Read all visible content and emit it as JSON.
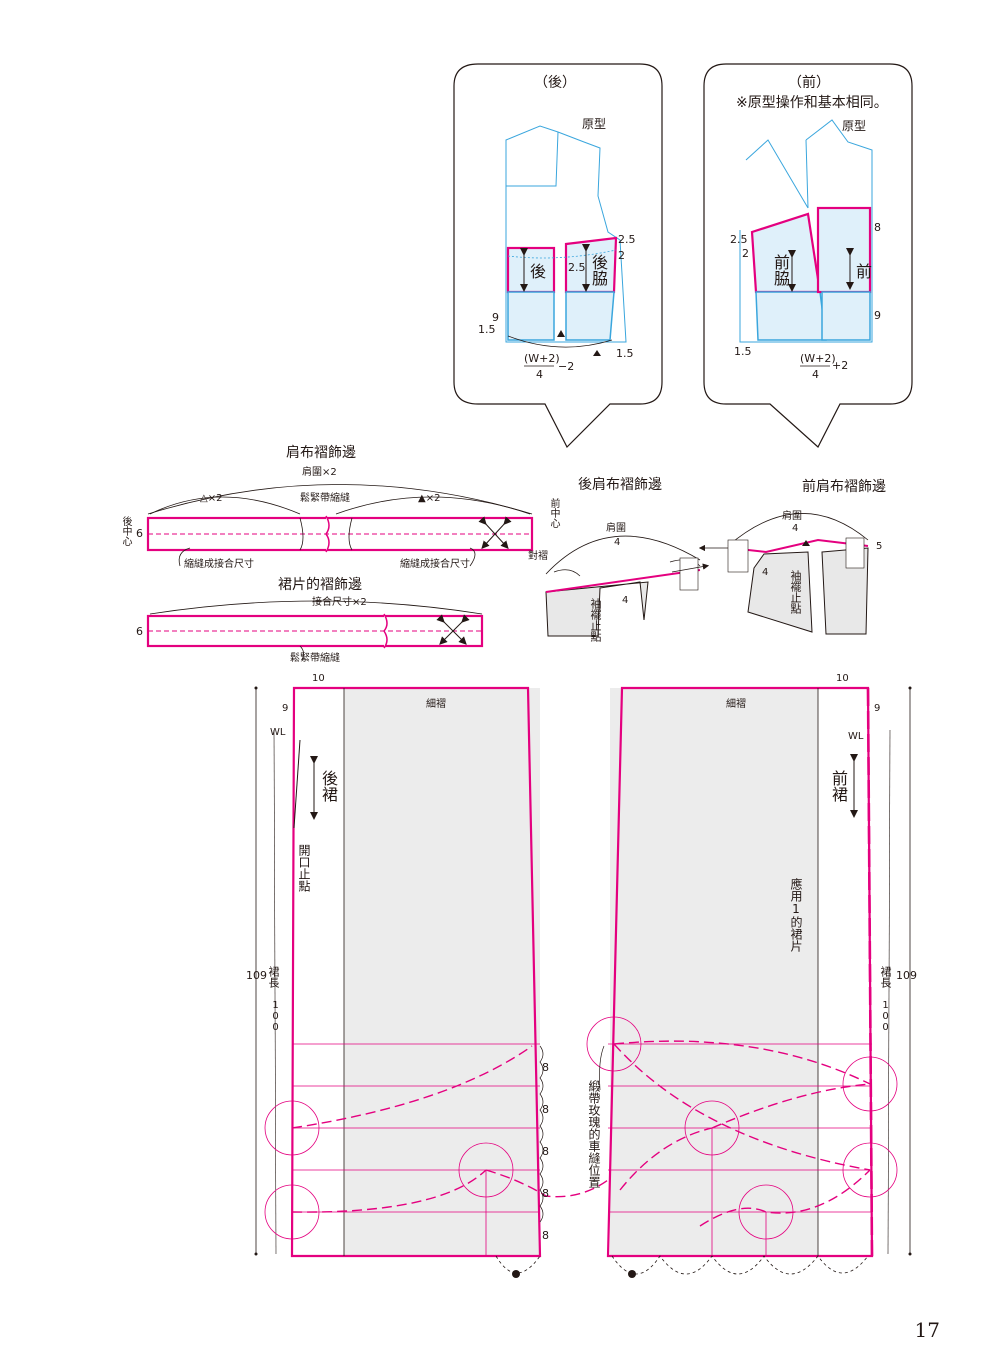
{
  "page_number": "17",
  "back_callout": {
    "title": "（後）",
    "prototype_label": "原型",
    "center_label": "後",
    "side_label": "後脇",
    "m_2_5_top": "2.5",
    "m_2_5_mid": "2.5",
    "m_2": "2",
    "m_9": "9",
    "m_1_5_left": "1.5",
    "m_1_5_right": "1.5",
    "formula_num": "(W+2)",
    "formula_den": "4",
    "formula_tail": "−2"
  },
  "front_callout": {
    "title": "（前）",
    "note": "※原型操作和基本相同。",
    "prototype_label": "原型",
    "center_label": "前",
    "side_label": "前脇",
    "m_2_5": "2.5",
    "m_2": "2",
    "m_8": "8",
    "m_9": "9",
    "m_1_5": "1.5",
    "formula_num": "(W+2)",
    "formula_den": "4",
    "formula_tail": "+2"
  },
  "shoulder_ruffle": {
    "title": "肩布褶飾邊",
    "armhole_x2": "肩圍×2",
    "tri_x2": "△×2",
    "filled_tri_x2": "▲×2",
    "loose_stitch": "鬆緊帶縮縫",
    "back_center": "後中心",
    "front_center": "前中心",
    "width_6": "6",
    "shrink_left": "縮縫成接合尺寸",
    "shrink_right": "縮縫成接合尺寸",
    "fold": "對褶"
  },
  "skirt_ruffle": {
    "title": "裙片的褶飾邊",
    "join_x2": "接合尺寸×2",
    "width_6": "6",
    "loose_stitch": "鬆緊帶縮縫"
  },
  "back_shoulder": {
    "title": "後肩布褶飾邊",
    "armhole": "肩圍",
    "armhole_div": "4",
    "sleeve_stop": "袖襬止點",
    "m_4": "4"
  },
  "front_shoulder": {
    "title": "前肩布褶飾邊",
    "armhole": "肩圍",
    "armhole_div": "4",
    "sleeve_stop": "袖襬止點",
    "m_4": "4",
    "m_5": "5"
  },
  "back_skirt": {
    "top_10": "10",
    "m_9": "9",
    "wl": "WL",
    "fine_pleat": "細褶",
    "label": "後裙",
    "opening_stop": "開口止點",
    "length_label": "裙長",
    "total": "109",
    "length_value": "100",
    "spacing": [
      "8",
      "8",
      "8",
      "8",
      "8"
    ]
  },
  "front_skirt": {
    "top_10": "10",
    "m_9": "9",
    "wl": "WL",
    "fine_pleat": "細褶",
    "label": "前裙",
    "apply_note": "應用1的裙片",
    "rose_position": "緞帶玫瑰的車縫位置",
    "length_label": "裙長",
    "total": "109",
    "length_value": "100"
  },
  "colors": {
    "magenta": "#e4007f",
    "cyan": "#3aa6dd",
    "light_blue": "#dff0fa",
    "pink_light": "#f5a3c8",
    "gray_fill": "#ececec",
    "line": "#231815"
  }
}
